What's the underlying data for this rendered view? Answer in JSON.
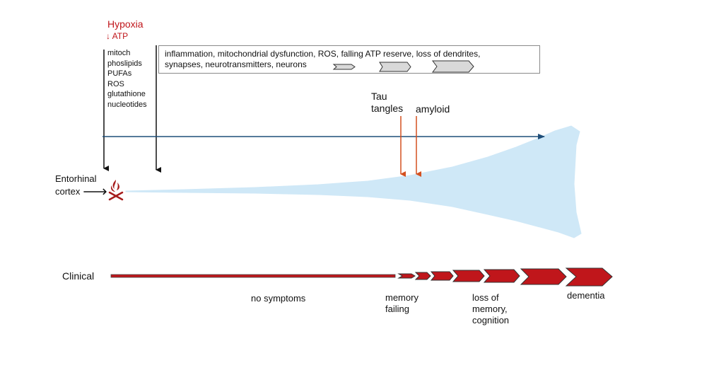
{
  "header": {
    "hypoxia": "Hypoxia",
    "atp": "↓ ATP",
    "factors": [
      "mitoch",
      "phoslipids",
      "PUFAs",
      "ROS",
      "glutathione",
      "nucleotides"
    ]
  },
  "process_box": {
    "line1": "inflammation, mitochondrial dysfunction, ROS, falling ATP reserve, loss of dendrites,",
    "line2": "synapses, neurotransmitters, neurons"
  },
  "markers": {
    "tau": [
      "Tau",
      "tangles"
    ],
    "amyloid": "amyloid"
  },
  "origin": {
    "label_line1": "Entorhinal",
    "label_line2": "cortex",
    "arrow": "🡒",
    "icon": "campfire-icon"
  },
  "clinical": {
    "label": "Clinical",
    "stages": {
      "none": "no symptoms",
      "memory": [
        "memory",
        "failing"
      ],
      "loss": [
        "loss of",
        "memory,",
        "cognition"
      ],
      "dementia": "dementia"
    }
  },
  "colors": {
    "accent_red": "#c0161b",
    "spread_fill": "#cfe8f7",
    "timeline_arrow": "#1f4e79",
    "chevron_gray": "#d9d9d9",
    "marker_orange": "#d4501f"
  }
}
